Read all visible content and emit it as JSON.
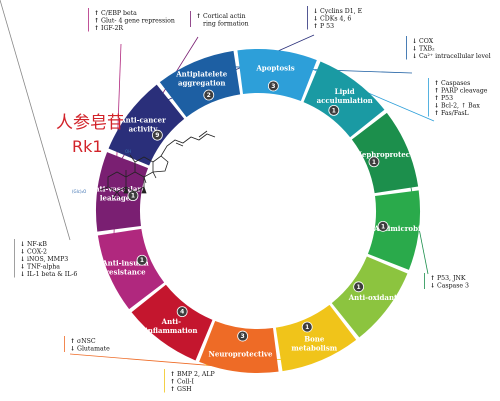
{
  "compound": {
    "name_cn": "人参皂苷",
    "name_en": "Rk1"
  },
  "structure_labels": {
    "oh": "OH",
    "sugar": "(Glc)₂O"
  },
  "segments": [
    {
      "label_lines": [
        "Anti-insulin",
        "resistance"
      ],
      "count": "1",
      "color": "#b0287e"
    },
    {
      "label_lines": [
        "Anti-vascular",
        "leakage"
      ],
      "count": "1",
      "color": "#7a1f72"
    },
    {
      "label_lines": [
        "Anti-cancer",
        "activity"
      ],
      "count": "9",
      "color": "#2a2f7a"
    },
    {
      "label_lines": [
        "Antiplatelete",
        "aggregation"
      ],
      "count": "2",
      "color": "#1d5fa3"
    },
    {
      "label_lines": [
        "Apoptosis"
      ],
      "count": "3",
      "color": "#2d9fd9"
    },
    {
      "label_lines": [
        "Lipid",
        "acculumlation"
      ],
      "count": "1",
      "color": "#1a9aa3"
    },
    {
      "label_lines": [
        "Nephroprotection"
      ],
      "count": "1",
      "color": "#1c8f4c"
    },
    {
      "label_lines": [
        "Antimicrobial"
      ],
      "count": "1",
      "color": "#2aaa4b"
    },
    {
      "label_lines": [
        "Anti-oxidant"
      ],
      "count": "1",
      "color": "#8cc43f"
    },
    {
      "label_lines": [
        "Bone",
        "metabolism"
      ],
      "count": "1",
      "color": "#f0c41a"
    },
    {
      "label_lines": [
        "Neuroprotective"
      ],
      "count": "3",
      "color": "#ee6b26"
    },
    {
      "label_lines": [
        "Anti-",
        "inflammation"
      ],
      "count": "4",
      "color": "#c4162e"
    }
  ],
  "annotations": [
    {
      "target": "Anti-insulin resistance",
      "items": [
        {
          "dir": "up",
          "text": "C/EBP beta"
        },
        {
          "dir": "up",
          "text": "Glut- 4 gene repression"
        },
        {
          "dir": "up",
          "text": "IGF-2R"
        }
      ]
    },
    {
      "target": "Anti-vascular leakage",
      "items": [
        {
          "dir": "up",
          "text": "Cortical actin"
        },
        {
          "dir": "none",
          "text": "ring formation"
        }
      ]
    },
    {
      "target": "Anti-cancer activity",
      "items": [
        {
          "dir": "down",
          "text": "Cyclins D1, E"
        },
        {
          "dir": "down",
          "text": "CDKs 4, 6"
        },
        {
          "dir": "up",
          "text": "P 53"
        }
      ]
    },
    {
      "target": "Antiplatelete aggregation",
      "items": [
        {
          "dir": "down",
          "text": "COX"
        },
        {
          "dir": "down",
          "text": "TXB₂"
        },
        {
          "dir": "down",
          "text": "Ca²⁺ intracellular level"
        }
      ]
    },
    {
      "target": "Apoptosis",
      "items": [
        {
          "dir": "up",
          "text": "Caspases"
        },
        {
          "dir": "up",
          "text": "PARP cleavage"
        },
        {
          "dir": "up",
          "text": "P53"
        },
        {
          "dir": "down",
          "text": "Bcl-2, ↑ Bax"
        },
        {
          "dir": "up",
          "text": "Fas/FasL"
        }
      ]
    },
    {
      "target": "Nephroprotection",
      "items": [
        {
          "dir": "up",
          "text": "P53, JNK"
        },
        {
          "dir": "down",
          "text": "Caspase 3"
        }
      ]
    },
    {
      "target": "Neuroprotective",
      "items": [
        {
          "dir": "up",
          "text": "σNSC"
        },
        {
          "dir": "down",
          "text": "Glutamate"
        }
      ]
    },
    {
      "target": "Bone metabolism",
      "items": [
        {
          "dir": "up",
          "text": "BMP 2, ALP"
        },
        {
          "dir": "up",
          "text": "Coll-I"
        },
        {
          "dir": "up",
          "text": "GSH"
        }
      ]
    },
    {
      "target": "Anti-inflammation",
      "items": [
        {
          "dir": "down",
          "text": "NF-κB"
        },
        {
          "dir": "down",
          "text": "COX-2"
        },
        {
          "dir": "down",
          "text": "iNOS, MMP3"
        },
        {
          "dir": "down",
          "text": "TNF-alpha"
        },
        {
          "dir": "down",
          "text": "IL-1 beta & IL-6"
        }
      ]
    }
  ],
  "colors": {
    "up": "#1e8a3c",
    "down": "#d2232a",
    "title": "#d2232a",
    "structure": "#3a6fb0"
  }
}
